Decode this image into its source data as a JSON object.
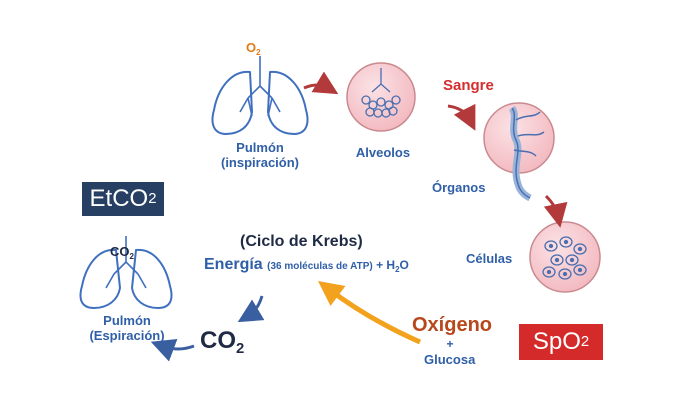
{
  "labels": {
    "o2_top": {
      "main": "O",
      "sub": "2"
    },
    "pulmon_insp": {
      "line1": "Pulmón",
      "line2": "(inspiración)"
    },
    "alveolos": "Alveolos",
    "sangre": "Sangre",
    "organos": "Órganos",
    "celulas": "Células",
    "krebs_title": "(Ciclo de Krebs)",
    "energia": {
      "main": "Energía",
      "detail": "(36 moléculas de ATP)",
      "plus_h2o": " + H",
      "h2o_sub": "2",
      "h2o_end": "O"
    },
    "oxigeno": "Oxígeno",
    "plus": "+",
    "glucosa": "Glucosa",
    "co2_lung": {
      "main": "CO",
      "sub": "2"
    },
    "co2_main": {
      "main": "CO",
      "sub": "2"
    },
    "pulmon_esp": {
      "line1": "Pulmón",
      "line2": "(Espiración)"
    }
  },
  "boxes": {
    "etco2": {
      "main": "EtCO",
      "sub": "2"
    },
    "spo2": {
      "main": "SpO",
      "sub": "2"
    }
  },
  "colors": {
    "text_blue": "#2f5fa7",
    "lung_outline": "#3f6fbf",
    "circle_fill": "#f6c9ce",
    "circle_stroke": "#c98a8f",
    "red_arrow": "#b23a3a",
    "red_text": "#d42e2e",
    "orange_o2": "#e07b16",
    "orange_arrow": "#f2a21c",
    "etco2_box": "#263f63",
    "spo2_box": "#d42a2a",
    "oxigeno_text": "#b8481c"
  }
}
